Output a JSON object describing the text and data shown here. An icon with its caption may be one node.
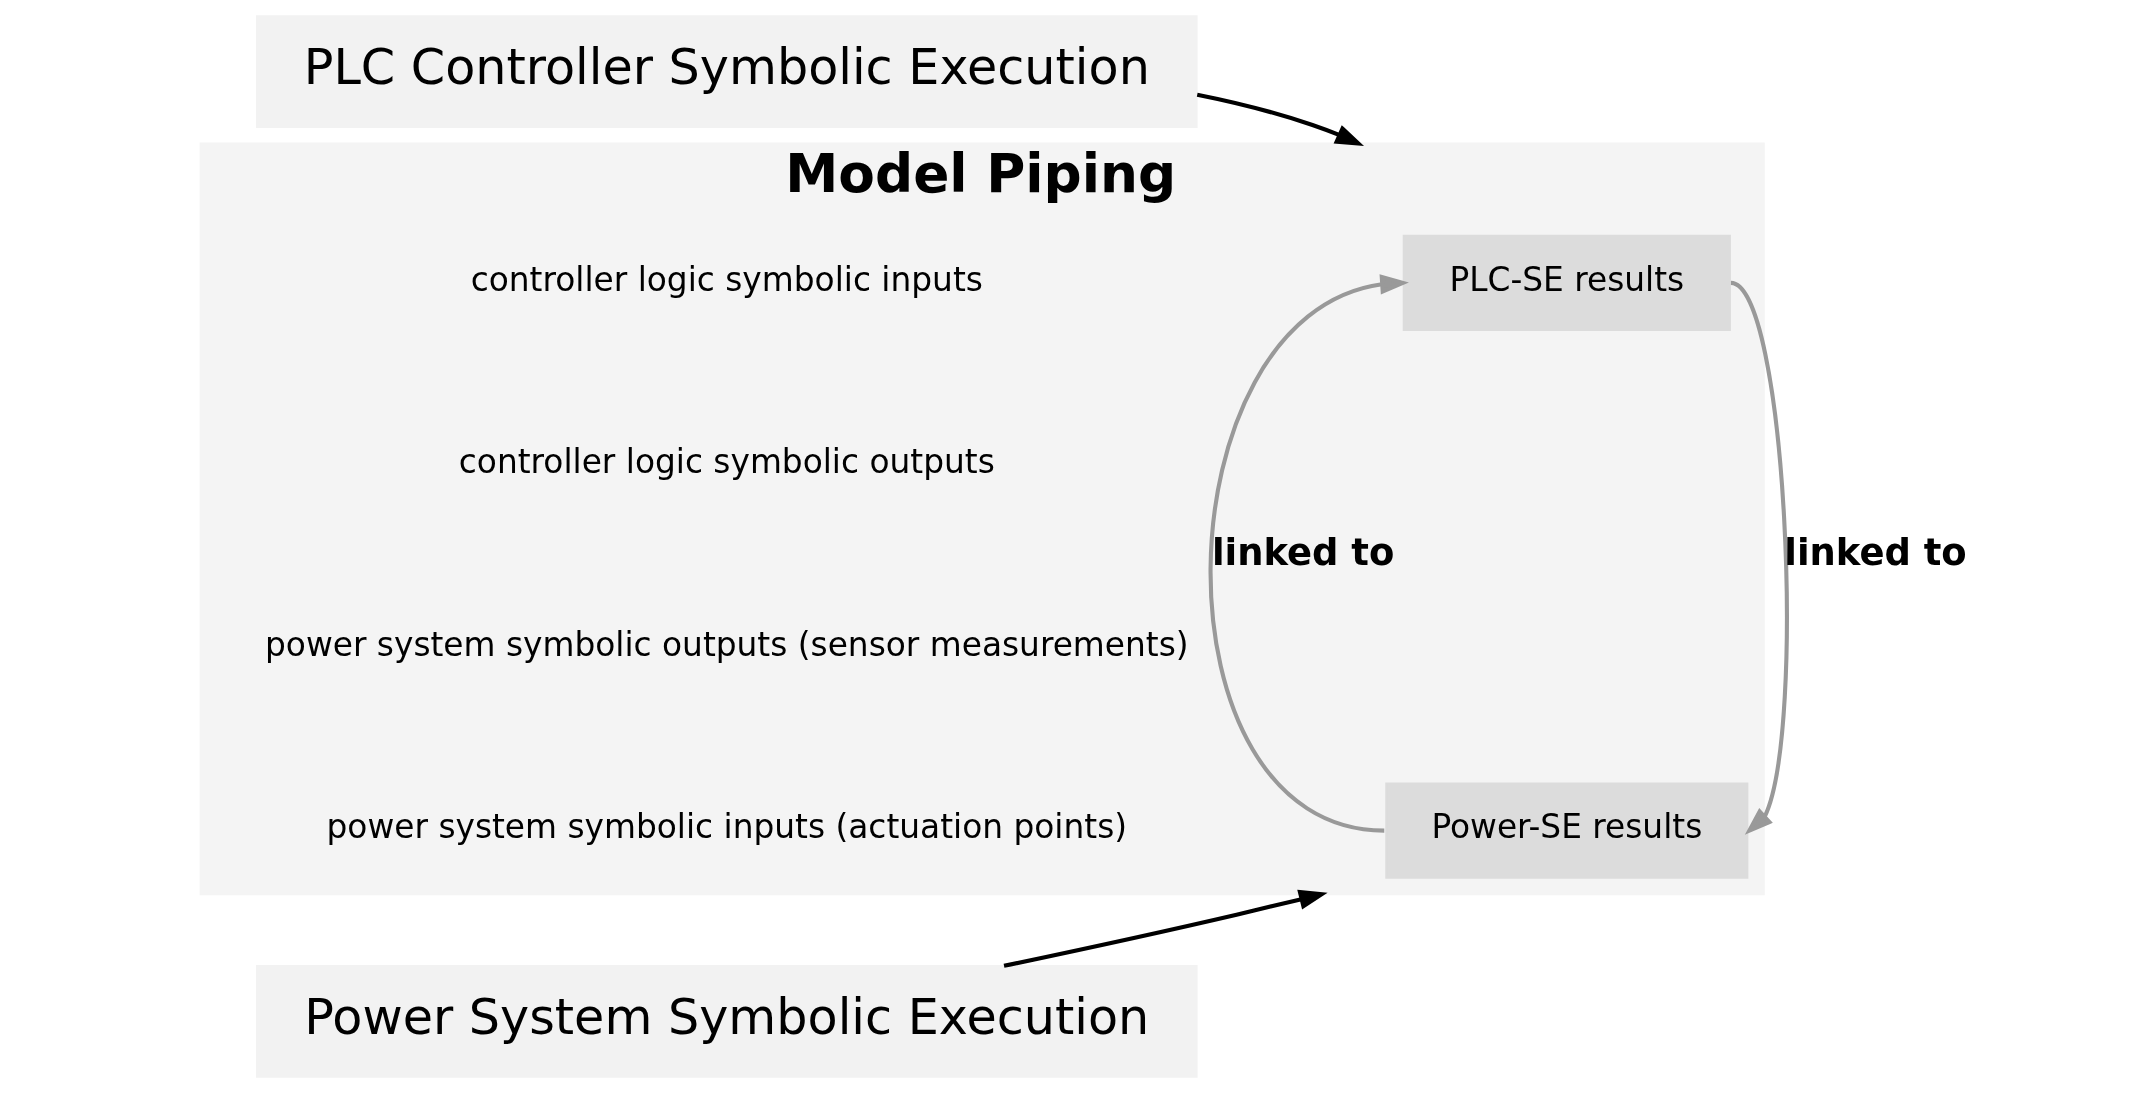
{
  "diagram": {
    "nodes": [
      {
        "text": [
          "PLC Controller Symbolic Execution"
        ]
      },
      {
        "text": [
          "Power System Symbolic Execution"
        ]
      },
      {
        "text": [
          "Model Piping"
        ]
      },
      {
        "text": [
          "PLC-SE results"
        ],
        "in": 2
      },
      {
        "text": [
          "Power-SE results"
        ],
        "in": 2
      }
    ],
    "edges": [
      {
        "from": 0,
        "to": 2,
        "arrow": "to"
      },
      {
        "from": 1,
        "to": 2,
        "arrow": "to"
      },
      {
        "from": 4,
        "to": 3,
        "arrow": "to",
        "label": "linked to",
        "color": "#999999"
      },
      {
        "from": 3,
        "to": 4,
        "arrow": "to",
        "label": "linked to",
        "color": "#999999"
      }
    ],
    "labels": [
      "controller logic symbolic inputs",
      "controller logic symbolic outputs",
      "power system symbolic outputs (sensor measurements)",
      "power system symbolic inputs (actuation points)"
    ]
  }
}
